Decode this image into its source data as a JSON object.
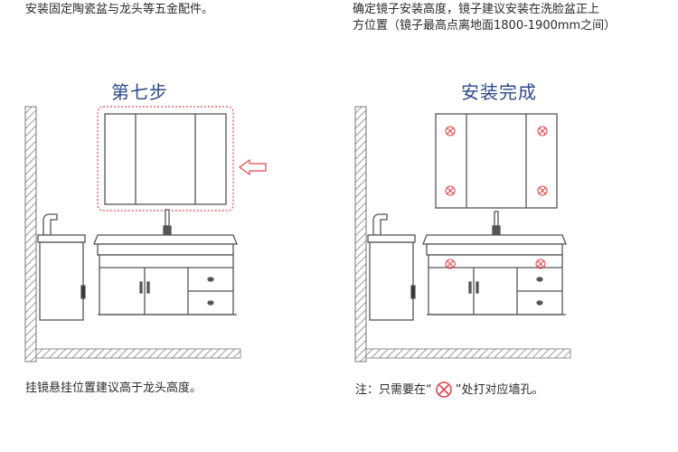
{
  "left": {
    "top_text": "安装固定陶瓷盆与龙头等五金配件。",
    "step_title": "第七步",
    "bottom_text": "挂镜悬挂位置建议高于龙头高度。"
  },
  "right": {
    "top_text_line1": "确定镜子安装高度，镜子建议安装在洗脸盆正上",
    "top_text_line2": "方位置（镜子最高点离地面1800-1900mm之间）",
    "step_title": "安装完成",
    "note_prefix": "注：只需要在“",
    "note_suffix": "”处打对应墙孔。"
  },
  "colors": {
    "title": "#2d4a8a",
    "line": "#555555",
    "highlight": "#e0474c",
    "hatch": "#9a9a9a"
  },
  "icons": [
    "arrow-left-icon",
    "drill-mark-icon"
  ]
}
